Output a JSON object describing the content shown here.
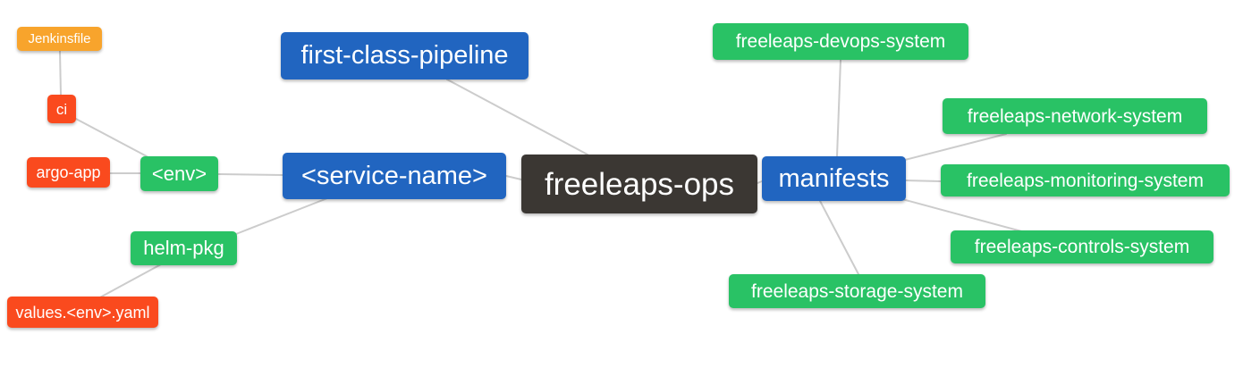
{
  "colors": {
    "root-fill": "#3B3733",
    "primary-fill": "#2165C0",
    "green-fill": "#29C265",
    "orange-fill": "#F8A42C",
    "red-fill": "#FA4A1E",
    "edge": "#cccccc",
    "text": "#ffffff"
  },
  "nodes": [
    {
      "id": "jenkinsfile",
      "label": "Jenkinsfile"
    },
    {
      "id": "ci",
      "label": "ci"
    },
    {
      "id": "argo-app",
      "label": "argo-app"
    },
    {
      "id": "env",
      "label": "<env>"
    },
    {
      "id": "helm-pkg",
      "label": "helm-pkg"
    },
    {
      "id": "values-env-yaml",
      "label": "values.<env>.yaml"
    },
    {
      "id": "first-class-pipeline",
      "label": "first-class-pipeline"
    },
    {
      "id": "service-name",
      "label": "<service-name>"
    },
    {
      "id": "freeleaps-ops",
      "label": "freeleaps-ops"
    },
    {
      "id": "manifests",
      "label": "manifests"
    },
    {
      "id": "freeleaps-devops-system",
      "label": "freeleaps-devops-system"
    },
    {
      "id": "freeleaps-network-system",
      "label": "freeleaps-network-system"
    },
    {
      "id": "freeleaps-monitoring-system",
      "label": "freeleaps-monitoring-system"
    },
    {
      "id": "freeleaps-controls-system",
      "label": "freeleaps-controls-system"
    },
    {
      "id": "freeleaps-storage-system",
      "label": "freeleaps-storage-system"
    }
  ]
}
